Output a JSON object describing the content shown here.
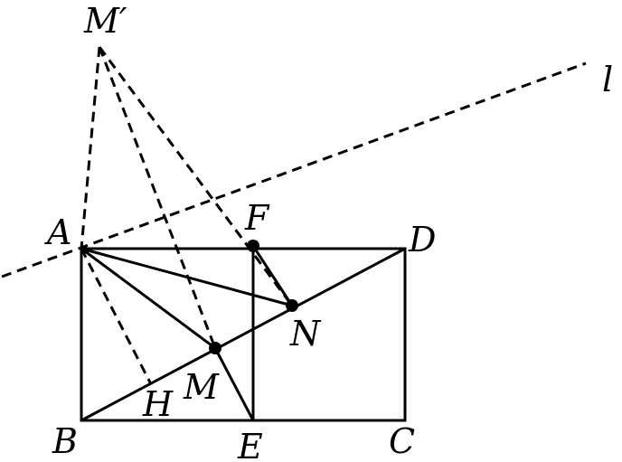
{
  "labels": {
    "M_prime": "M′",
    "l": "l",
    "A": "A",
    "F": "F",
    "D": "D",
    "N": "N",
    "M": "M",
    "H": "H",
    "B": "B",
    "E": "E",
    "C": "C"
  }
}
